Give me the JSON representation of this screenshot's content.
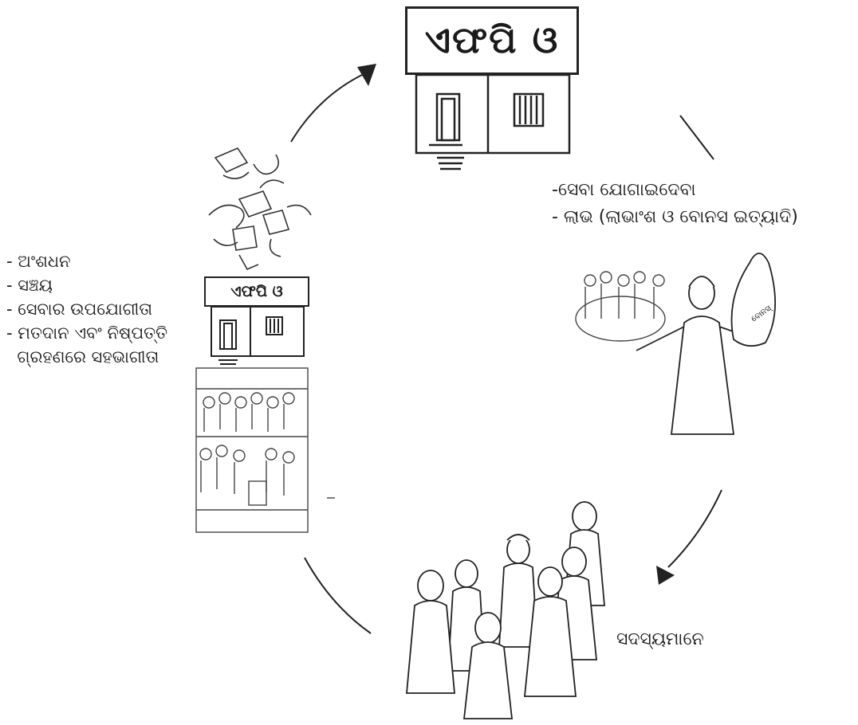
{
  "fpo_building_main": {
    "sign": "ଏଫପି ଓ"
  },
  "fpo_building_small": {
    "sign": "ଏଫପି ଓ"
  },
  "fpo_outputs": {
    "items": [
      "-ସେବା ଯୋଗାଇଦେବା",
      "- ଲାଭ (ଲାଭାଂଶ ଓ ବୋନସ ଇତ୍ୟାଦି)"
    ]
  },
  "member_contributions": {
    "items": [
      "- ଅଂଶଧନ",
      "- ସଞ୍ଚୟ",
      "- ସେବାର ଉପଯୋଗୀତା",
      "- ମତଦାନ ଏବଂ ନିଷ୍ପତ୍ତି",
      "  ଗ୍ରହଣରେ ସହଭାଗୀତା"
    ]
  },
  "members": {
    "label": "ସଦସ୍ୟମାନେ"
  },
  "bonus_bag": {
    "label": "ବୋନସ୍"
  },
  "colors": {
    "ink": "#1a1a1a",
    "background": "#ffffff"
  }
}
